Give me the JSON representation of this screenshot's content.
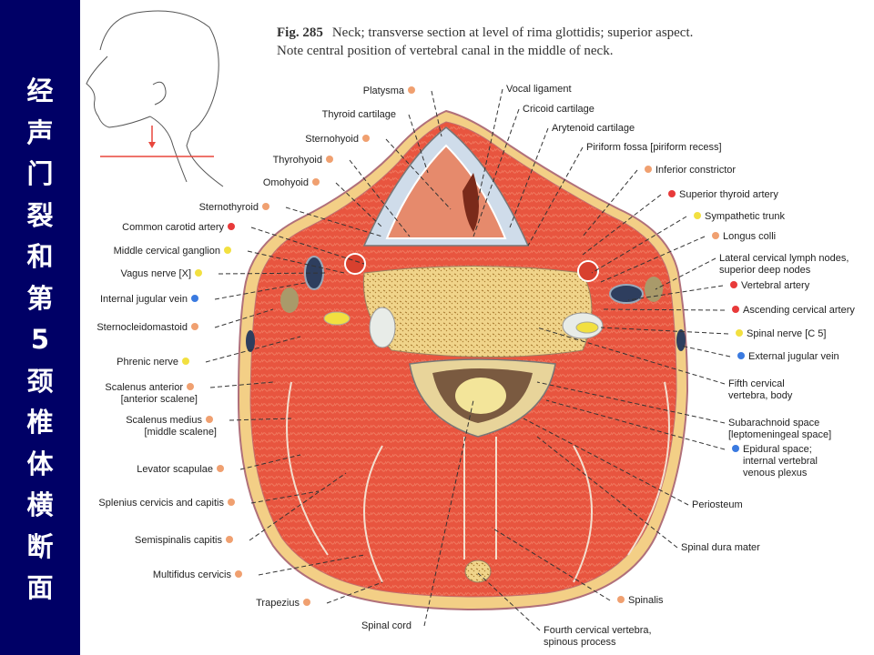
{
  "sidebar": {
    "title_chars": [
      "经",
      "声",
      "门",
      "裂",
      "和",
      "第",
      "5",
      "颈",
      "椎",
      "体",
      "横",
      "断",
      "面"
    ],
    "background": "#000066",
    "text_color": "#ffffff"
  },
  "caption": {
    "fig_number": "Fig. 285",
    "line1": "Neck; transverse section at level of rima glottidis; superior aspect.",
    "line2": "Note central position of vertebral canal in the middle of neck."
  },
  "dot_colors": {
    "muscle": "#f0a070",
    "artery": "#e83a3a",
    "nerve": "#f2e040",
    "vein": "#3a7ae0"
  },
  "orientation_sketch": {
    "icon": "head-profile-icon",
    "arrow": "section-arrow-icon",
    "line_color": "#e8463c"
  },
  "labels_left": [
    {
      "text": "Platysma",
      "dot": "muscle"
    },
    {
      "text": "Thyroid cartilage",
      "dot": null
    },
    {
      "text": "Sternohyoid",
      "dot": "muscle"
    },
    {
      "text": "Thyrohyoid",
      "dot": "muscle"
    },
    {
      "text": "Omohyoid",
      "dot": "muscle"
    },
    {
      "text": "Sternothyroid",
      "dot": "muscle"
    },
    {
      "text": "Common carotid artery",
      "dot": "artery"
    },
    {
      "text": "Middle cervical ganglion",
      "dot": "nerve"
    },
    {
      "text": "Vagus nerve [X]",
      "dot": "nerve"
    },
    {
      "text": "Internal jugular vein",
      "dot": "vein"
    },
    {
      "text": "Sternocleidomastoid",
      "dot": "muscle"
    },
    {
      "text": "Phrenic nerve",
      "dot": "nerve"
    },
    {
      "text": "Scalenus anterior",
      "text2": "[anterior scalene]",
      "dot": "muscle"
    },
    {
      "text": "Scalenus medius",
      "text2": "[middle scalene]",
      "dot": "muscle"
    },
    {
      "text": "Levator scapulae",
      "dot": "muscle"
    },
    {
      "text": "Splenius cervicis and capitis",
      "dot": "muscle"
    },
    {
      "text": "Semispinalis capitis",
      "dot": "muscle"
    },
    {
      "text": "Multifidus cervicis",
      "dot": "muscle"
    },
    {
      "text": "Trapezius",
      "dot": "muscle"
    },
    {
      "text": "Spinal cord",
      "dot": null
    }
  ],
  "labels_right": [
    {
      "text": "Vocal ligament",
      "dot": null
    },
    {
      "text": "Cricoid cartilage",
      "dot": null
    },
    {
      "text": "Arytenoid cartilage",
      "dot": null
    },
    {
      "text": "Piriform fossa [piriform recess]",
      "dot": null
    },
    {
      "text": "Inferior constrictor",
      "dot": "muscle"
    },
    {
      "text": "Superior thyroid artery",
      "dot": "artery"
    },
    {
      "text": "Sympathetic trunk",
      "dot": "nerve"
    },
    {
      "text": "Longus colli",
      "dot": "muscle"
    },
    {
      "text": "Lateral cervical lymph nodes,",
      "text2": "superior deep nodes",
      "dot": null
    },
    {
      "text": "Vertebral artery",
      "dot": "artery"
    },
    {
      "text": "Ascending cervical artery",
      "dot": "artery"
    },
    {
      "text": "Spinal nerve [C 5]",
      "dot": "nerve"
    },
    {
      "text": "External jugular vein",
      "dot": "vein"
    },
    {
      "text": "Fifth cervical",
      "text2": "vertebra, body",
      "dot": null
    },
    {
      "text": "Subarachnoid space",
      "text2": "[leptomeningeal space]",
      "dot": null
    },
    {
      "text": "Epidural space;",
      "text2": "internal vertebral",
      "text3": "venous plexus",
      "dot": "vein"
    },
    {
      "text": "Periosteum",
      "dot": null
    },
    {
      "text": "Spinal dura mater",
      "dot": null
    },
    {
      "text": "Spinalis",
      "dot": "muscle"
    },
    {
      "text": "Fourth cervical vertebra,",
      "text2": "spinous process",
      "dot": null
    }
  ]
}
